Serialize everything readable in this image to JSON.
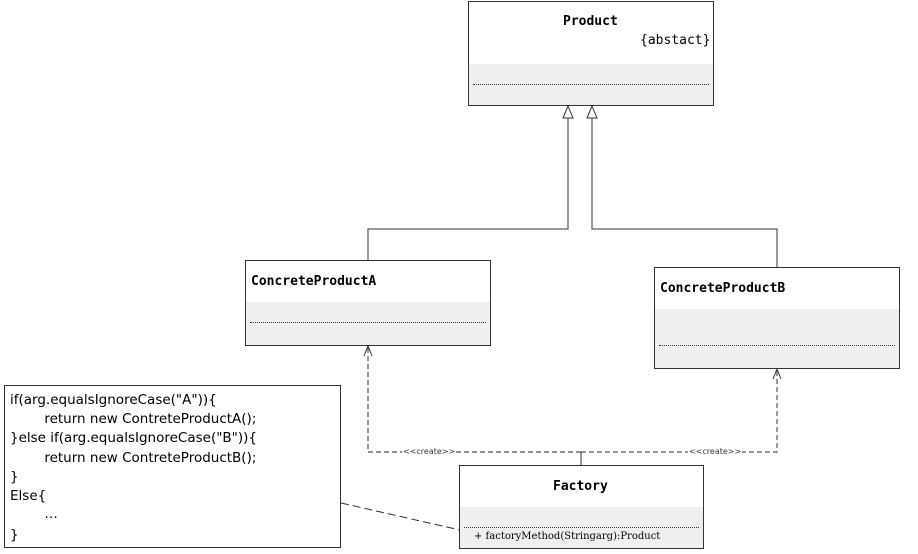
{
  "classes": {
    "product": {
      "name": "Product",
      "stereotype": "{abstact}"
    },
    "concrete_a": {
      "name": "ConcreteProductA"
    },
    "concrete_b": {
      "name": "ConcreteProductB"
    },
    "factory": {
      "name": "Factory",
      "method": "+ factoryMethod(Stringarg):Product"
    }
  },
  "relations": {
    "create_label_a": "<<create>>",
    "create_label_b": "<<create>>"
  },
  "note": {
    "lines": [
      "if(arg.equalsIgnoreCase(\"A\")){",
      "        return new ContreteProductA();",
      "}else if(arg.equalsIgnoreCase(\"B\")){",
      "        return new ContreteProductB();",
      "}",
      "Else{",
      "        …",
      "}"
    ]
  }
}
